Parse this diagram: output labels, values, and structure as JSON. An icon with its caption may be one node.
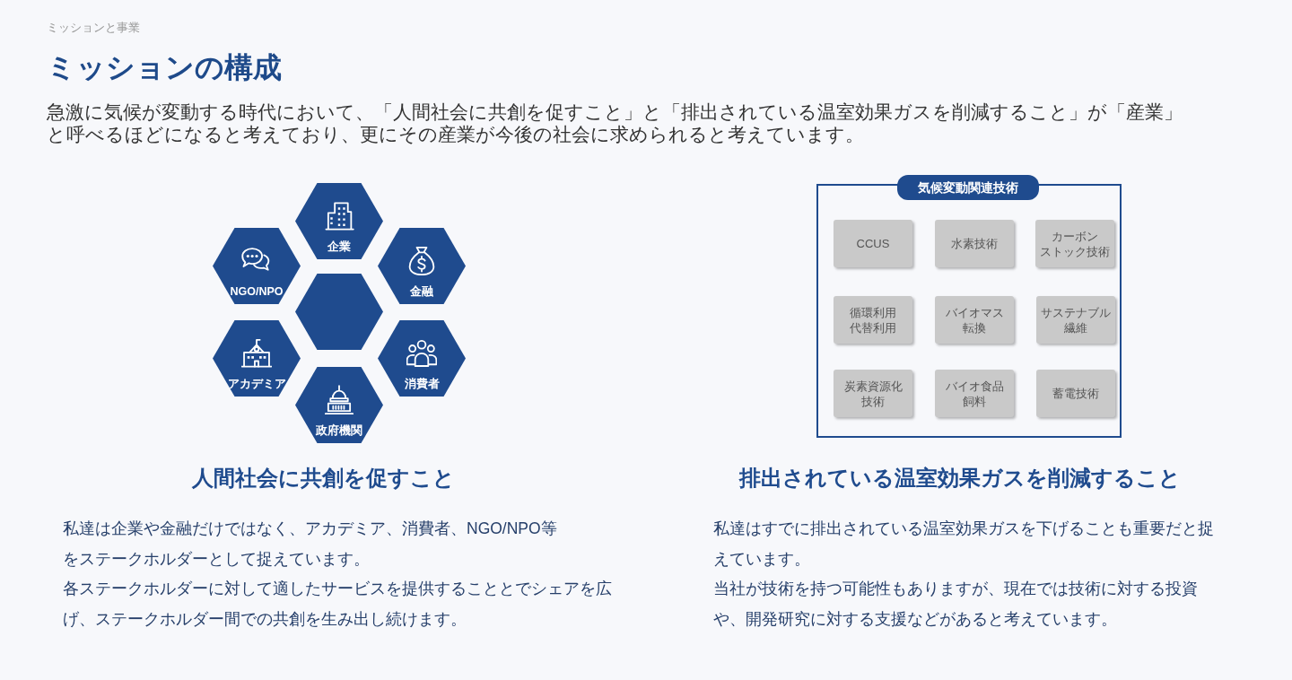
{
  "diagram": {
    "title": "ミッションの構成",
    "nodes": [
      {
        "text": [
          "企業"
        ]
      },
      {
        "text": [
          "NGO/NPO"
        ]
      },
      {
        "text": [
          "金融"
        ]
      },
      {
        "text": [],
        "shape": "hexagon"
      },
      {
        "text": [
          "アカデミア"
        ]
      },
      {
        "text": [
          "消費者"
        ]
      },
      {
        "text": [
          "政府機関"
        ]
      },
      {
        "text": [
          "気候変動関連技術"
        ]
      },
      {
        "text": [
          "CCUS"
        ],
        "in": 7
      },
      {
        "text": [
          "水素技術"
        ],
        "in": 7
      },
      {
        "text": [
          "カーボンストック技術"
        ],
        "in": 7
      },
      {
        "text": [
          "循環利用代替利用"
        ],
        "in": 7
      },
      {
        "text": [
          "バイオマス転換"
        ],
        "in": 7
      },
      {
        "text": [
          "サステナブル繊維"
        ],
        "in": 7
      },
      {
        "text": [
          "炭素資源化技術"
        ],
        "in": 7
      },
      {
        "text": [
          "バイオ食品飼料"
        ],
        "in": 7
      },
      {
        "text": [
          "蓄電技術"
        ],
        "in": 7
      }
    ],
    "labels": [
      "ミッションと事業",
      "急激に気候が変動する時代において、「人間社会に共創を促すこと」と「排出されている温室効果ガスを削減すること」が「産業」と呼べるほどになると考えており、更にその産業が今後の社会に求められると考えています。",
      "人間社会に共創を促すこと",
      "私達は企業や金融だけではなく、アカデミア、消費者、NGO/NPO等をステークホルダーとして捉えています。",
      "各ステークホルダーに対して適したサービスを提供することとでシェアを広げ、ステークホルダー間での共創を生み出し続けます。",
      "排出されている温室効果ガスを削減すること",
      "私達はすでに排出されている温室効果ガスを下げることも重要だと捉えています。",
      "当社が技術を持つ可能性もありますが、現在では技術に対する投資や、開発研究に対する支援などがあると考えています。"
    ]
  }
}
